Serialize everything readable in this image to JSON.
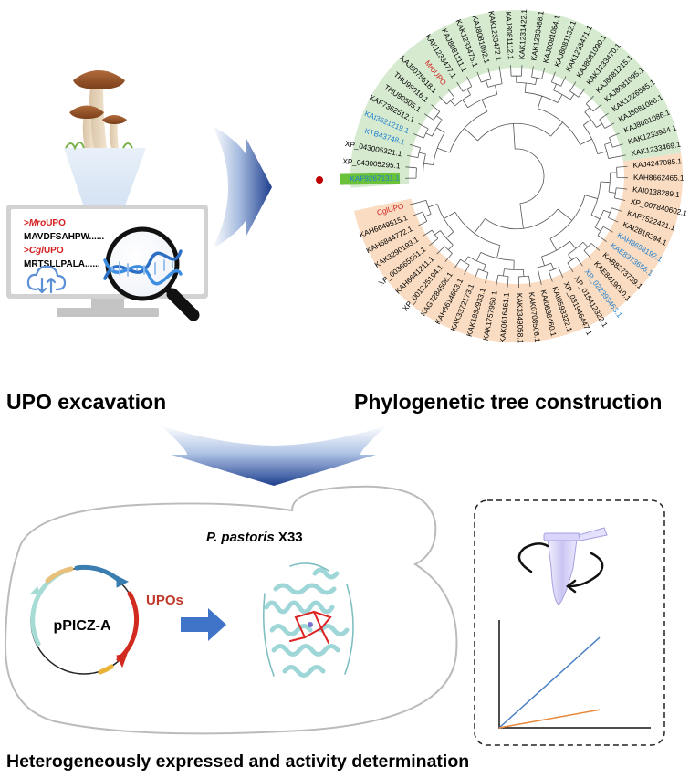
{
  "panels": {
    "excavation": {
      "title": "UPO excavation",
      "screen": {
        "line1_prefix": ">",
        "line1_italic": "Mro",
        "line1_suffix": "UPO",
        "line2": "MAVDFSAHPW......",
        "line3_prefix": ">",
        "line3_italic": "Cgl",
        "line3_suffix": "UPO",
        "line4": "MRTSLLPALA......"
      },
      "icons": [
        "mushroom-icon",
        "cloud-sync-icon",
        "dna-icon",
        "magnifier-icon",
        "monitor-icon"
      ]
    },
    "tree": {
      "title": "Phylogenetic tree construction",
      "green_leaves": [
        {
          "label": "KAF9267131.1",
          "color": "#1e7fd0",
          "highlight": true
        },
        {
          "label": "XP_043005295.1",
          "color": "#000000"
        },
        {
          "label": "XP_043005321.1",
          "color": "#000000"
        },
        {
          "label": "KTB43748.1",
          "color": "#1e7fd0"
        },
        {
          "label": "KAI3621219.1",
          "color": "#1e7fd0"
        },
        {
          "label": "KAF7362512.1",
          "color": "#000000"
        },
        {
          "label": "THU90505.1",
          "color": "#000000"
        },
        {
          "label": "THU99016.1",
          "color": "#000000"
        },
        {
          "label": "KAJ8075518.1",
          "color": "#000000"
        },
        {
          "label": "MroUPO",
          "color": "#d42020"
        },
        {
          "label": "KAK1233477.1",
          "color": "#000000"
        },
        {
          "label": "KAJ8081111.1",
          "color": "#000000"
        },
        {
          "label": "KAK1233476.1",
          "color": "#000000"
        },
        {
          "label": "KAJ8081092.1",
          "color": "#000000"
        },
        {
          "label": "KAK1233472.1",
          "color": "#000000"
        },
        {
          "label": "KAJ8081112.1",
          "color": "#000000"
        },
        {
          "label": "KAK1231422.1",
          "color": "#000000"
        },
        {
          "label": "KAK1233468.1",
          "color": "#000000"
        },
        {
          "label": "KAJ8081084.1",
          "color": "#000000"
        },
        {
          "label": "KAJ8081132.1",
          "color": "#000000"
        },
        {
          "label": "KAK1233471.1",
          "color": "#000000"
        },
        {
          "label": "KAJ8081090.1",
          "color": "#000000"
        },
        {
          "label": "KAK1233470.1",
          "color": "#000000"
        },
        {
          "label": "KAJ8081215.1",
          "color": "#000000"
        },
        {
          "label": "KAJ8081095.1",
          "color": "#000000"
        },
        {
          "label": "KAK1226535.1",
          "color": "#000000"
        },
        {
          "label": "KAJ8081088.1",
          "color": "#000000"
        },
        {
          "label": "KAJ8081086.1",
          "color": "#000000"
        },
        {
          "label": "KAK1233964.1",
          "color": "#000000"
        },
        {
          "label": "KAK1233469.1",
          "color": "#000000"
        }
      ],
      "orange_leaves": [
        {
          "label": "KAJ4247085.1",
          "color": "#000000"
        },
        {
          "label": "KAH8662465.1",
          "color": "#000000"
        },
        {
          "label": "KAI0138289.1",
          "color": "#000000"
        },
        {
          "label": "XP_007840602.1",
          "color": "#000000"
        },
        {
          "label": "KAF7522421.1",
          "color": "#000000"
        },
        {
          "label": "KAI2818294.1",
          "color": "#000000"
        },
        {
          "label": "KAH8658192.1",
          "color": "#1e7fd0"
        },
        {
          "label": "KAE8373656.1",
          "color": "#1e7fd0"
        },
        {
          "label": "KAB8273739.1",
          "color": "#000000"
        },
        {
          "label": "KAE8419010.1",
          "color": "#000000"
        },
        {
          "label": "XP_022393463.1",
          "color": "#1e7fd0"
        },
        {
          "label": "XP_015412322.1",
          "color": "#000000"
        },
        {
          "label": "XP_031946447.1",
          "color": "#000000"
        },
        {
          "label": "KAI0593322.1",
          "color": "#000000"
        },
        {
          "label": "KAI0638460.1",
          "color": "#000000"
        },
        {
          "label": "KAK0708506.1",
          "color": "#000000"
        },
        {
          "label": "KAK3349058.1",
          "color": "#000000"
        },
        {
          "label": "KAK0616461.1",
          "color": "#000000"
        },
        {
          "label": "KAK1757950.1",
          "color": "#000000"
        },
        {
          "label": "KAK1832933.1",
          "color": "#000000"
        },
        {
          "label": "KAK3372173.1",
          "color": "#000000"
        },
        {
          "label": "KAH6614663.1",
          "color": "#000000"
        },
        {
          "label": "KAG7284506.1",
          "color": "#000000"
        },
        {
          "label": "XP_001225194.1",
          "color": "#000000"
        },
        {
          "label": "KAH6641211.1",
          "color": "#000000"
        },
        {
          "label": "XP_003665551.1",
          "color": "#000000"
        },
        {
          "label": "KAK3290193.1",
          "color": "#000000"
        },
        {
          "label": "KAH6844772.1",
          "color": "#000000"
        },
        {
          "label": "KAH6649515.1",
          "color": "#000000"
        },
        {
          "label": "CglUPO",
          "color": "#d42020"
        }
      ],
      "clade_colors": {
        "green": "#d6ead0",
        "orange": "#f9dcc1",
        "highlight": "#6bc13a"
      },
      "marker_color": "#c00000"
    },
    "expression": {
      "cell_label_italic": "P. pastoris",
      "cell_label_rest": " X33",
      "plasmid": "pPICZ-A",
      "insert": "UPOs",
      "title": "Heterogeneously expressed and activity determination",
      "assay_lines": [
        {
          "color": "#4a7fc4"
        },
        {
          "color": "#e8883a"
        }
      ],
      "icons": [
        "yeast-cell-icon",
        "plasmid-icon",
        "arrow-right-icon",
        "protein-structure-icon",
        "centrifuge-tube-icon",
        "rotation-arrow-icon",
        "line-chart-icon"
      ]
    }
  },
  "colors": {
    "accent_blue": "#2a4fa0",
    "insert_red": "#c0392b",
    "text": "#000000"
  }
}
